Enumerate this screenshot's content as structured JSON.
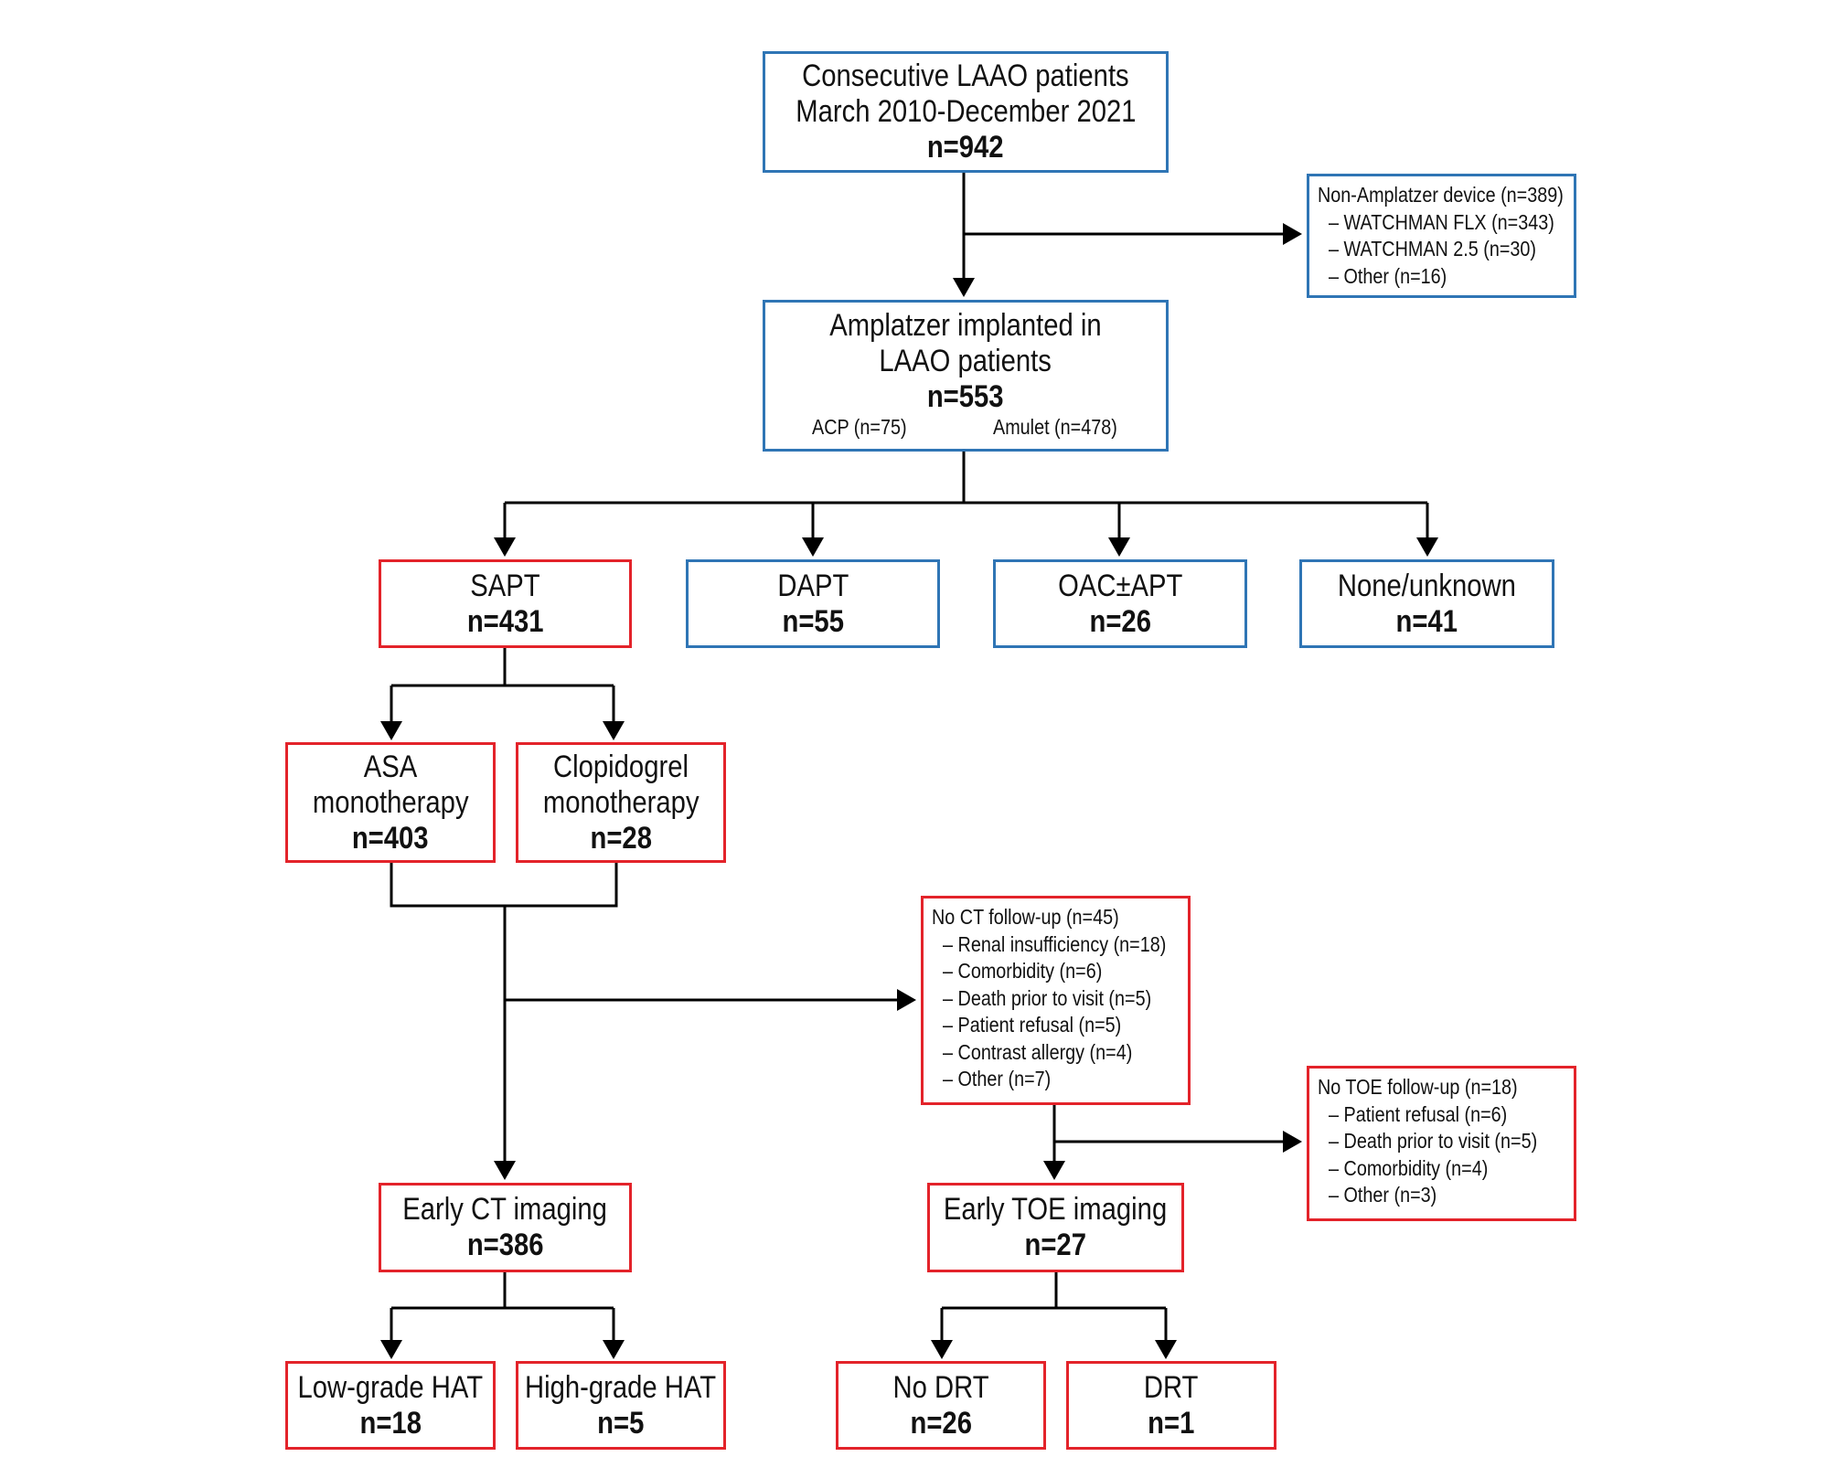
{
  "colors": {
    "blue_border": "#2f75b5",
    "red_border": "#e3232a",
    "line": "#000000"
  },
  "top": {
    "line1": "Consecutive LAAO patients",
    "line2": "March 2010-December 2021",
    "n": "n=942"
  },
  "excluded_device": {
    "title": "Non-Amplatzer device (n=389)",
    "items": [
      "– WATCHMAN FLX (n=343)",
      "– WATCHMAN 2.5 (n=30)",
      "– Other (n=16)"
    ]
  },
  "amplatzer": {
    "line1": "Amplatzer implanted in",
    "line2": "LAAO patients",
    "n": "n=553",
    "acp": "ACP (n=75)",
    "amulet": "Amulet (n=478)"
  },
  "therapy": [
    {
      "label": "SAPT",
      "n": "n=431"
    },
    {
      "label": "DAPT",
      "n": "n=55"
    },
    {
      "label": "OAC±APT",
      "n": "n=26"
    },
    {
      "label": "None/unknown",
      "n": "n=41"
    }
  ],
  "asa": {
    "line1": "ASA",
    "line2": "monotherapy",
    "n": "n=403"
  },
  "clopidogrel": {
    "line1": "Clopidogrel",
    "line2": "monotherapy",
    "n": "n=28"
  },
  "no_ct": {
    "title": "No CT follow-up (n=45)",
    "items": [
      "– Renal insufficiency (n=18)",
      "– Comorbidity (n=6)",
      "– Death prior to visit (n=5)",
      "– Patient refusal (n=5)",
      "– Contrast allergy (n=4)",
      "– Other (n=7)"
    ]
  },
  "no_toe": {
    "title": "No TOE follow-up (n=18)",
    "items": [
      "– Patient refusal (n=6)",
      "– Death prior to visit (n=5)",
      "– Comorbidity (n=4)",
      "– Other (n=3)"
    ]
  },
  "early_ct": {
    "label": "Early CT imaging",
    "n": "n=386"
  },
  "early_toe": {
    "label": "Early TOE imaging",
    "n": "n=27"
  },
  "outcomes": {
    "low_hat": {
      "label": "Low-grade HAT",
      "n": "n=18"
    },
    "high_hat": {
      "label": "High-grade HAT",
      "n": "n=5"
    },
    "no_drt": {
      "label": "No DRT",
      "n": "n=26"
    },
    "drt": {
      "label": "DRT",
      "n": "n=1"
    }
  }
}
